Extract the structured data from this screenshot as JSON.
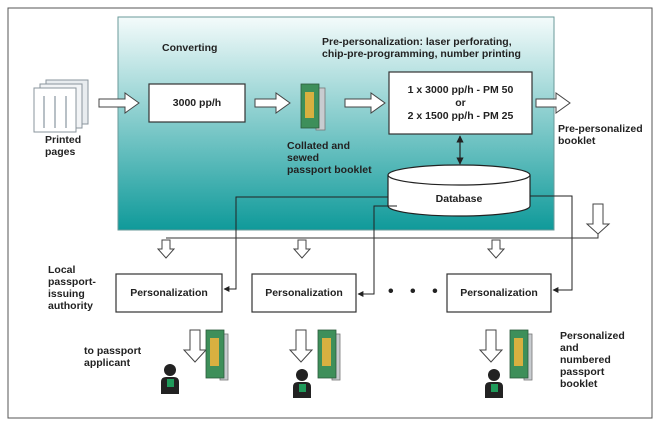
{
  "stage_labels": {
    "converting": "Converting",
    "prepersonalization": "Pre-personalization: laser perforating,\nchip-pre-programming, number printing"
  },
  "boxes": {
    "converting_rate": "3000 pp/h",
    "pm_rates": "1 x 3000 pp/h - PM 50\nor\n2 x 1500 pp/h - PM 25",
    "database": "Database",
    "personalization": "Personalization"
  },
  "labels": {
    "printed_pages": "Printed\npages",
    "collated": "Collated and\nsewed\npassport booklet",
    "prepersonalized": "Pre-personalized\nbooklet",
    "local_authority": "Local\npassport-\nissuing\nauthority",
    "to_applicant": "to passport\napplicant",
    "personalized": "Personalized\nand\nnumbered\npassport\nbooklet",
    "ellipsis": "• • •"
  },
  "colors": {
    "gradient_top": "#f4fbfb",
    "gradient_bottom": "#0f9a9a",
    "line": "#333333",
    "booklet_green": "#3e8f5a",
    "person_green": "#1f9a5a",
    "person_dark": "#222222"
  },
  "icons": {
    "printed_pages": "stacked-pages-icon",
    "booklet": "passport-booklet-icon",
    "person": "person-icon",
    "flow_arrow": "hollow-arrow-icon"
  }
}
